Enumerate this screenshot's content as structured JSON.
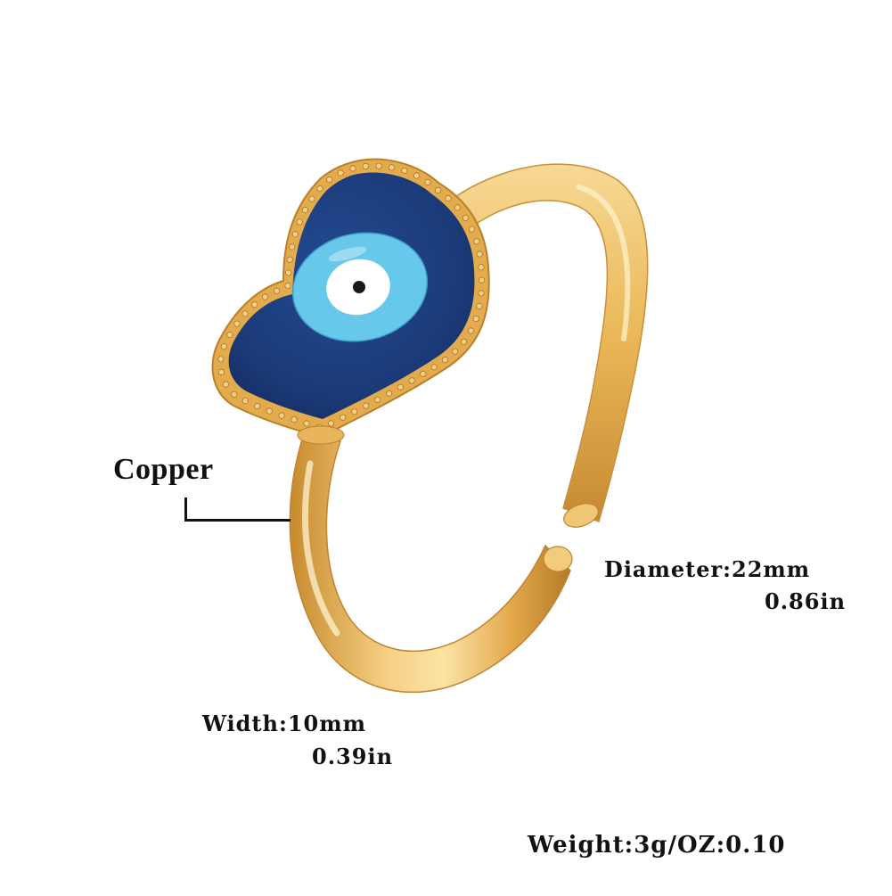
{
  "product": {
    "subject": "gold-tone open ring with blue heart evil-eye charm",
    "colors": {
      "gold": "#e9b656",
      "gold_highlight": "#fbe3a4",
      "gold_shadow": "#b57a27",
      "enamel_navy": "#1b3a78",
      "eye_light_blue": "#67c8ec",
      "eye_white": "#ffffff",
      "pupil": "#1a1a1a"
    }
  },
  "labels": {
    "material": "Copper",
    "diameter_mm": "Diameter:22mm",
    "diameter_in": "0.86in",
    "width_mm": "Width:10mm",
    "width_in": "0.39in",
    "weight": "Weight:3g/OZ:0.10"
  }
}
